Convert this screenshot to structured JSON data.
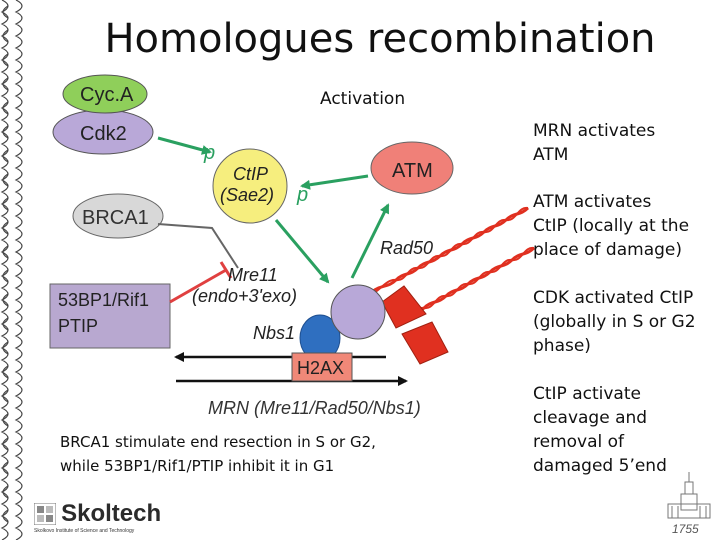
{
  "title": "Homologues recombination",
  "diagram": {
    "activation_label": "Activation",
    "cyca": "Cyc.A",
    "cdk2": "Cdk2",
    "brca1": "BRCA1",
    "ctip_line1": "CtIP",
    "ctip_line2": "(Sae2)",
    "atm": "ATM",
    "rad50": "Rad50",
    "mre11_line1": "Mre11",
    "mre11_line2": "(endo+3'exo)",
    "nbs1": "Nbs1",
    "h2ax": "H2AX",
    "box_line1": "53BP1/Rif1",
    "box_line2": "PTIP",
    "p_label_1": "p",
    "p_label_2": "p",
    "mrn_caption": "MRN (Mre11/Rad50/Nbs1)"
  },
  "notes": {
    "mrn_1": "MRN activates",
    "mrn_2": "ATM",
    "atm_1": "ATM activates",
    "atm_2": "CtIP (locally at the",
    "atm_3": "place of damage)",
    "cdk_1": "CDK activated CtIP",
    "cdk_2": "(globally in S or G2",
    "cdk_3": "phase)",
    "ctip_1": "CtIP activate",
    "ctip_2": "cleavage and",
    "ctip_3": "removal of",
    "ctip_4": "damaged 5’end"
  },
  "bottom_note_1": "BRCA1 stimulate end resection in S or G2,",
  "bottom_note_2": "while 53BP1/Rif1/PTIP inhibit it in G1",
  "logo": {
    "name": "Skoltech",
    "subtitle": "Skolkovo Institute of Science and Technology",
    "year": "1755"
  },
  "colors": {
    "cyca": "#8fcf5a",
    "cdk2": "#b9a8d8",
    "ctip": "#f6ee7e",
    "atm": "#f08078",
    "brca1": "#d8d8d8",
    "box": "#b8a8d0",
    "mre11": "#b8a8d8",
    "nbs1": "#2f6fc0",
    "h2ax": "#f08878",
    "arrow": "#2aa060",
    "inhibit": "#e04040",
    "dna": "#e03020"
  }
}
